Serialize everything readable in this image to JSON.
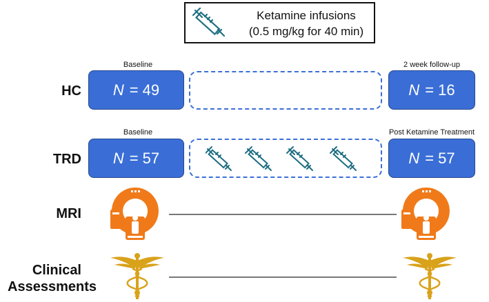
{
  "legend": {
    "line1": "Ketamine infusions",
    "line2": "(0.5 mg/kg for 40 min)"
  },
  "hc": {
    "label": "HC",
    "baseline_caption": "Baseline",
    "followup_caption": "2 week follow-up",
    "n_symbol": "N",
    "baseline_n": "= 49",
    "followup_n": "= 16"
  },
  "trd": {
    "label": "TRD",
    "baseline_caption": "Baseline",
    "followup_caption": "Post Ketamine Treatment",
    "n_symbol": "N",
    "baseline_n": "= 57",
    "followup_n": "= 57"
  },
  "mri": {
    "label": "MRI",
    "icon": "mri-scanner-icon"
  },
  "clinical": {
    "label_line1": "Clinical",
    "label_line2": "Assessments",
    "icon": "caduceus-icon"
  },
  "colors": {
    "box_blue": "#3a6ed6",
    "syringe_teal": "#1f6f82",
    "mri_orange": "#f07a1a",
    "caduceus_gold": "#d9a21b"
  }
}
